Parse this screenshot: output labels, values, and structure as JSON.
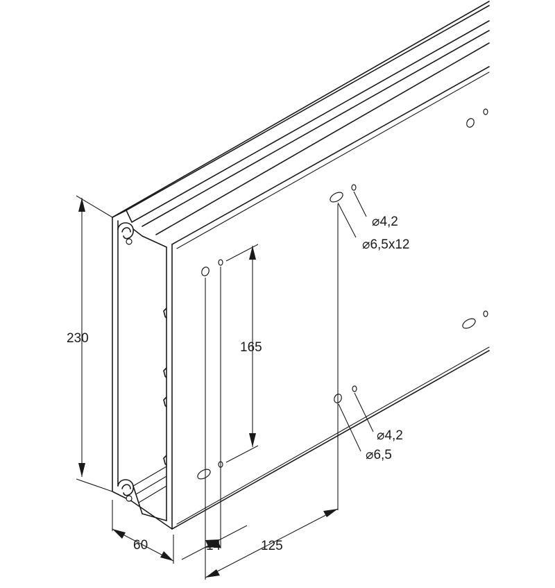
{
  "dimensions": {
    "height": "230",
    "width": "60",
    "inner_hole_spacing": "165",
    "edge_offset": "14",
    "hole_pitch": "125"
  },
  "holes": {
    "upper_small": "4,2",
    "upper_slot": "6,5x12",
    "lower_small": "4,2",
    "lower_round": "6,5"
  },
  "symbols": {
    "diameter": "⌀"
  }
}
